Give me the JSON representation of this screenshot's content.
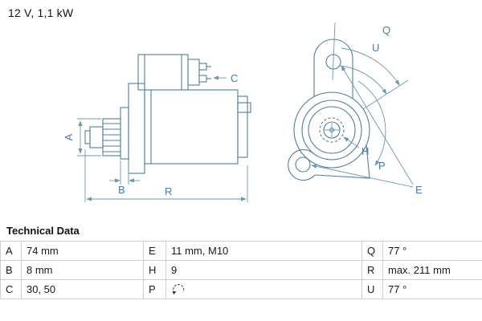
{
  "header": {
    "power_spec": "12 V, 1,1 kW"
  },
  "drawing": {
    "type": "starter-motor-technical-drawing",
    "views": [
      "side-view",
      "front-flange-view"
    ],
    "labels": {
      "A": "A",
      "B": "B",
      "C": "C",
      "R": "R",
      "Q": "Q",
      "U": "U",
      "H": "H",
      "P": "P",
      "E": "E"
    },
    "line_color": "#517e95",
    "label_color": "#4a7aa8"
  },
  "technical_data": {
    "title": "Technical Data",
    "rows": [
      [
        {
          "key": "A",
          "value": "74 mm"
        },
        {
          "key": "E",
          "value": "11 mm, M10"
        },
        {
          "key": "Q",
          "value": "77 °"
        }
      ],
      [
        {
          "key": "B",
          "value": "8 mm"
        },
        {
          "key": "H",
          "value": "9"
        },
        {
          "key": "R",
          "value": "max. 211 mm"
        }
      ],
      [
        {
          "key": "C",
          "value": "30, 50"
        },
        {
          "key": "P",
          "value": "",
          "icon": "rotation-direction-icon"
        },
        {
          "key": "U",
          "value": "77 °"
        }
      ]
    ]
  }
}
